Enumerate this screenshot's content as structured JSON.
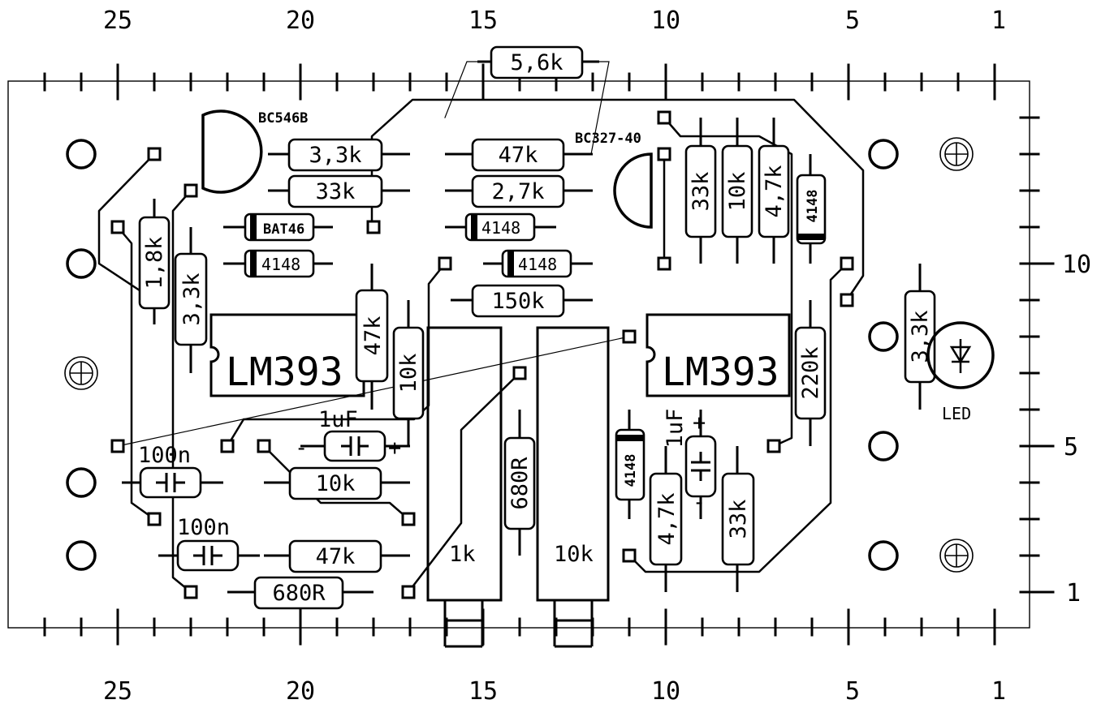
{
  "colors": {
    "ink": "#000000",
    "paper": "#ffffff"
  },
  "scale": {
    "top": [
      "25",
      "20",
      "15",
      "10",
      "5",
      "1"
    ],
    "bottom": [
      "25",
      "20",
      "15",
      "10",
      "5",
      "1"
    ],
    "right": [
      "10",
      "5",
      "1"
    ]
  },
  "components": {
    "transistors": [
      "BC546B",
      "BC327-40"
    ],
    "ics": [
      "LM393",
      "LM393"
    ],
    "resistors": [
      "5,6k",
      "3,3k",
      "33k",
      "47k",
      "2,7k",
      "1,8k",
      "3,3k",
      "47k",
      "10k",
      "150k",
      "33k",
      "10k",
      "4,7k",
      "220k",
      "3,3k",
      "10k",
      "47k",
      "680R",
      "680R",
      "4,7k",
      "33k"
    ],
    "diodes": [
      "BAT46",
      "4148",
      "4148",
      "4148",
      "4148",
      "4148"
    ],
    "capacitors": [
      "1uF",
      "100n",
      "100n",
      "1uF"
    ],
    "cap_polarity": [
      "-",
      "+",
      "+",
      "-"
    ],
    "potentiometers": [
      "1k",
      "10k"
    ],
    "led": "LED"
  }
}
